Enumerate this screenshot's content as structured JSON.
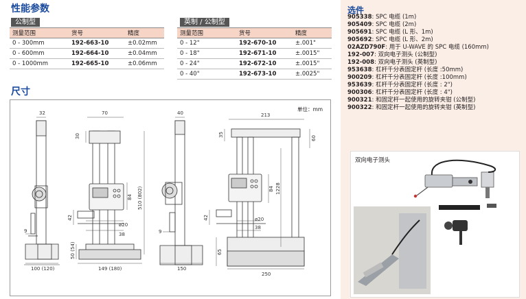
{
  "performance": {
    "title": "性能参数",
    "metric": {
      "tag": "公制型",
      "headers": [
        "测量范围",
        "货号",
        "精度"
      ],
      "rows": [
        [
          "0 - 300mm",
          "192-663-10",
          "±0.02mm"
        ],
        [
          "0 - 600mm",
          "192-664-10",
          "±0.04mm"
        ],
        [
          "0 - 1000mm",
          "192-665-10",
          "±0.06mm"
        ]
      ]
    },
    "imperial": {
      "tag": "英制 / 公制型",
      "headers": [
        "测量范围",
        "货号",
        "精度"
      ],
      "rows": [
        [
          "0 - 12\"",
          "192-670-10",
          "±.001\""
        ],
        [
          "0 - 18\"",
          "192-671-10",
          "±.0015\""
        ],
        [
          "0 - 24\"",
          "192-672-10",
          "±.0015\""
        ],
        [
          "0 - 40\"",
          "192-673-10",
          "±.0025\""
        ]
      ]
    }
  },
  "dimensions": {
    "title": "尺寸",
    "unit_label": "单位：mm",
    "labels": {
      "d32": "32",
      "d70": "70",
      "d40": "40",
      "d213": "213",
      "d30": "30",
      "d35": "35",
      "d60": "60",
      "d84a": "84",
      "d84b": "84",
      "d510": "510 (802)",
      "d1228": "1228",
      "d42a": "42",
      "d42b": "42",
      "d9a": "9",
      "d9b": "9",
      "d20a": "ø20",
      "d20b": "ø20",
      "d38a": "38",
      "d38b": "38",
      "d50": "50 (54)",
      "d65": "65",
      "d100": "100 (120)",
      "d149": "149 (180)",
      "d150": "150",
      "d250": "250"
    }
  },
  "options": {
    "title": "选件",
    "items": [
      {
        "code": "905338",
        "desc": "SPC 电缆 (1m)"
      },
      {
        "code": "905409",
        "desc": "SPC 电缆 (2m)"
      },
      {
        "code": "905691",
        "desc": "SPC 电缆 (L 形、1m)"
      },
      {
        "code": "905692",
        "desc": "SPC 电缆 (L 形、2m)"
      },
      {
        "code": "02AZD790F",
        "desc": "用于 U-WAVE 的 SPC 电缆 (160mm)"
      },
      {
        "code": "192-007",
        "desc": "双向电子测头 (公制型)"
      },
      {
        "code": "192-008",
        "desc": "双向电子测头 (英制型)"
      },
      {
        "code": "953638",
        "desc": "杠杆千分表固定杆 (长度 :50mm)"
      },
      {
        "code": "900209",
        "desc": "杠杆千分表固定杆 (长度 :100mm)"
      },
      {
        "code": "953639",
        "desc": "杠杆千分表固定杆 (长度 : 2\")"
      },
      {
        "code": "900306",
        "desc": "杠杆千分表固定杆 (长度 : 4\")"
      },
      {
        "code": "900321",
        "desc": "和固定杆一起使用的旋转夹钳 (公制型)"
      },
      {
        "code": "900322",
        "desc": "和固定杆一起使用的旋转夹钳 (英制型)"
      }
    ],
    "photo_label": "双向电子测头"
  }
}
